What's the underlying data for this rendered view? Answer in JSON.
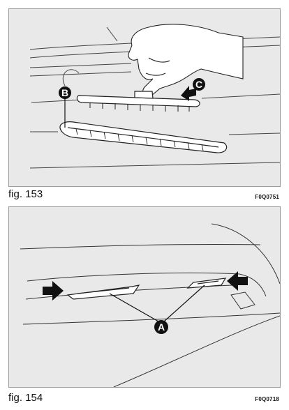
{
  "figures": [
    {
      "caption": "fig. 153",
      "code": "F0Q0751",
      "callouts": [
        "B",
        "C"
      ]
    },
    {
      "caption": "fig. 154",
      "code": "F0Q0718",
      "callouts": [
        "A"
      ]
    }
  ]
}
